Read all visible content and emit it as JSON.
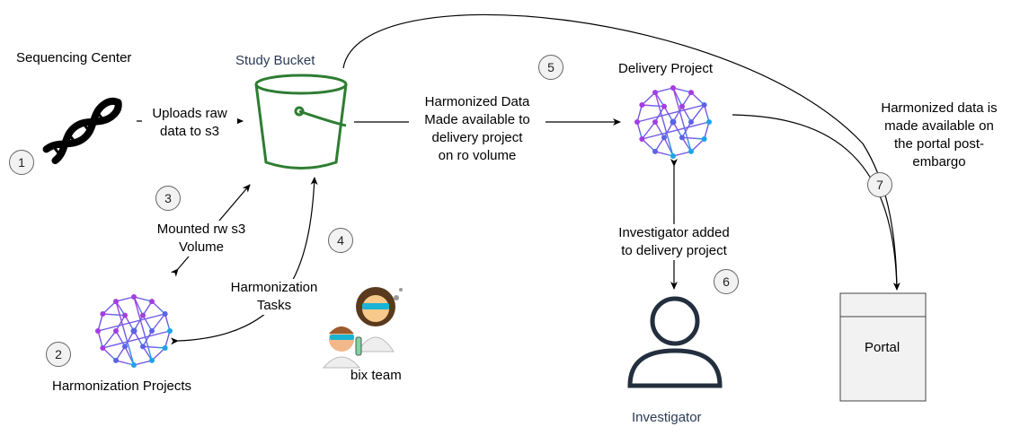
{
  "nodes": {
    "sequencing_center": "Sequencing Center",
    "study_bucket": "Study Bucket",
    "delivery_project": "Delivery Project",
    "harmonization_projects": "Harmonization Projects",
    "bix_team": "bix team",
    "investigator": "Investigator",
    "portal": "Portal"
  },
  "edges": {
    "upload": [
      "Uploads raw",
      "data to s3"
    ],
    "harmonized": [
      "Harmonized Data",
      "Made available to",
      "delivery project",
      "on ro volume"
    ],
    "mounted": [
      "Mounted rw s3",
      "Volume"
    ],
    "tasks": [
      "Harmonization",
      "Tasks"
    ],
    "investigator_added": [
      "Investigator added",
      "to delivery project"
    ],
    "portal_note": [
      "Harmonized data is",
      "made available on",
      "the portal post-",
      "embargo"
    ]
  },
  "steps": [
    "1",
    "2",
    "3",
    "4",
    "5",
    "6",
    "7"
  ],
  "icons": {
    "dna": "dna-icon",
    "bucket": "bucket-icon",
    "network": "network-icon",
    "scientists": "scientists-icon",
    "user": "user-icon",
    "portal": "portal-box-icon"
  },
  "colors": {
    "bucket": "#2e7d32",
    "network_start": "#a33ee0",
    "network_end": "#1fa3e6",
    "badge_fill": "#f2f2f2",
    "investigator_label": "#2b3a55"
  }
}
